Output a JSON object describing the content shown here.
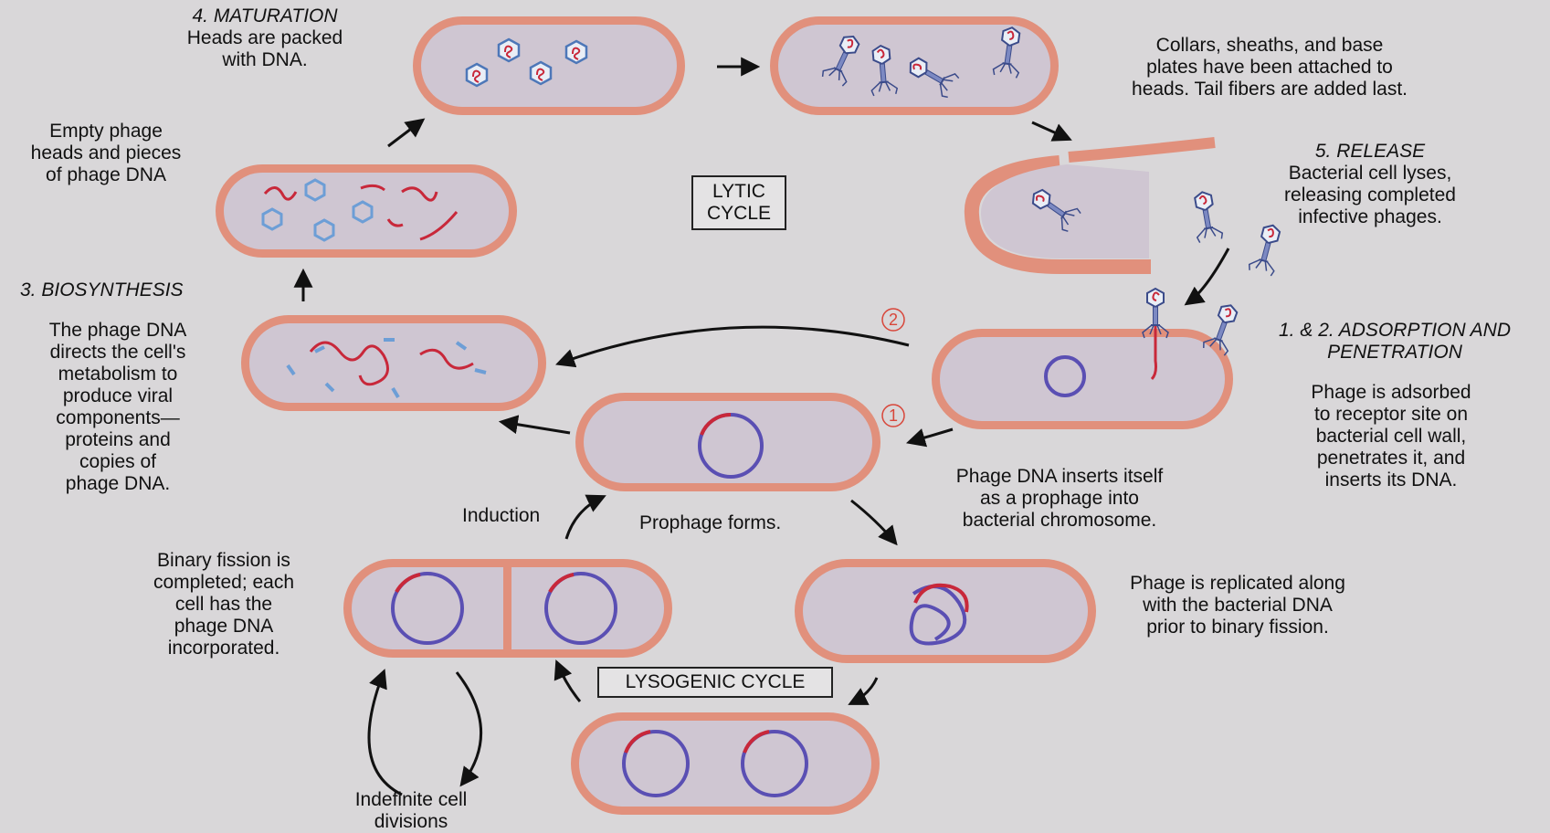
{
  "labels": {
    "maturation_title": "4. MATURATION",
    "maturation_desc": [
      "Heads are packed",
      "with DNA."
    ],
    "collars_desc": [
      "Collars, sheaths, and base",
      "plates have been attached to",
      "heads. Tail fibers are added last."
    ],
    "empty_heads": [
      "Empty phage",
      "heads and pieces",
      "of phage DNA"
    ],
    "lytic_cycle": [
      "LYTIC",
      "CYCLE"
    ],
    "release_title": "5. RELEASE",
    "release_desc": [
      "Bacterial cell lyses,",
      "releasing completed",
      "infective phages."
    ],
    "biosynthesis_title": "3. BIOSYNTHESIS",
    "biosynthesis_desc": [
      "The phage DNA",
      "directs the cell's",
      "metabolism to",
      "produce viral",
      "components—",
      "proteins and",
      "copies of",
      "phage DNA."
    ],
    "adsorption_title": [
      "1. & 2. ADSORPTION AND",
      "PENETRATION"
    ],
    "adsorption_desc": [
      "Phage is adsorbed",
      "to receptor site on",
      "bacterial cell wall,",
      "penetrates it, and",
      "inserts its DNA."
    ],
    "step_2": "2",
    "step_1": "1",
    "insert_desc": [
      "Phage DNA inserts itself",
      "as a prophage into",
      "bacterial chromosome."
    ],
    "induction": "Induction",
    "prophage_forms": "Prophage forms.",
    "binary_desc": [
      "Binary fission is",
      "completed; each",
      "cell has the",
      "phage DNA",
      "incorporated."
    ],
    "replicated_desc": [
      "Phage is replicated along",
      "with the bacterial DNA",
      "prior to binary fission."
    ],
    "lysogenic_cycle": "LYSOGENIC CYCLE",
    "indefinite": [
      "Indefinite cell",
      "divisions"
    ]
  },
  "colors": {
    "cell_wall": "#e1907c",
    "cell_inner": "#cfc6d2",
    "dna_red": "#c8283a",
    "dna_blue": "#5a4fb3",
    "capsid_blue": "#6d9ed6",
    "step_circle": "#d8463a",
    "background": "#d9d7d9"
  }
}
